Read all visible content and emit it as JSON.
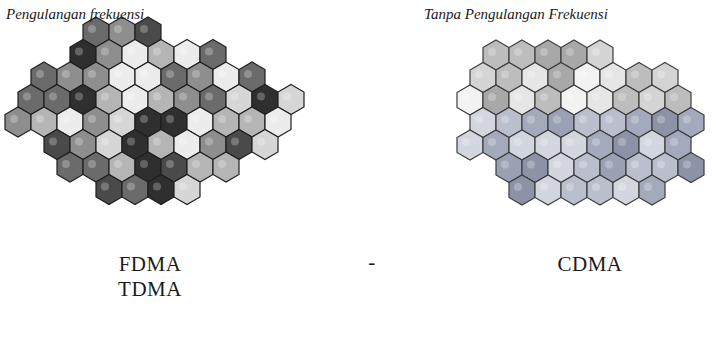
{
  "diagram": {
    "labels": [
      "Pengulangan frekuensi",
      "Tanpa Pengulangan Frekuensi",
      "FDMA",
      "TDMA",
      "-",
      "CDMA"
    ]
  }
}
